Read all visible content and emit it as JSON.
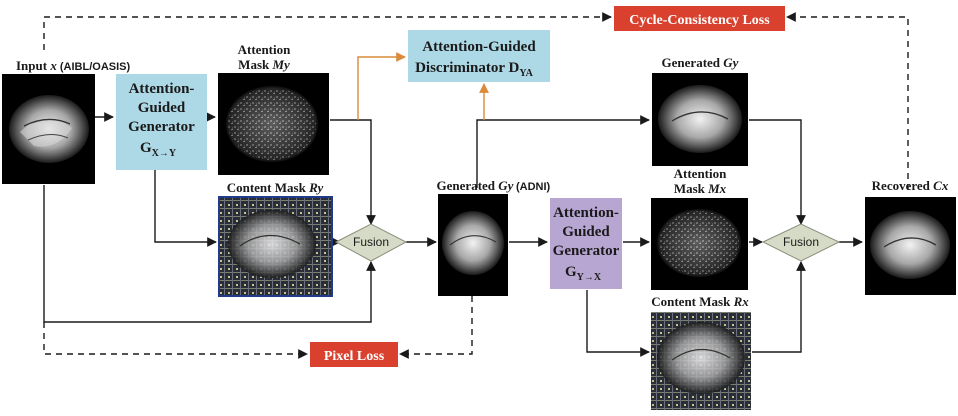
{
  "inputs": {
    "input_x": {
      "prefix": "Input ",
      "var": "x",
      "tag": " (AIBL/OASIS)"
    },
    "attention_my": {
      "line1": "Attention",
      "line2_prefix": "Mask ",
      "line2_var": "My"
    },
    "content_ry": {
      "prefix": "Content Mask ",
      "var": "Ry"
    },
    "generated_gy_mid": {
      "prefix": "Generated ",
      "var": "Gy"
    },
    "adni": "(ADNI)",
    "generated_gy_top": {
      "prefix": "Generated ",
      "var": "Gy"
    },
    "attention_mx": {
      "line1": "Attention",
      "line2_prefix": "Mask ",
      "line2_var": "Mx"
    },
    "content_rx": {
      "prefix": "Content Mask ",
      "var": "Rx"
    },
    "recovered_cx": {
      "prefix": "Recovered ",
      "var": "Cx"
    }
  },
  "generator_xy": {
    "line1": "Attention-",
    "line2": "Guided",
    "line3": "Generator",
    "symbol": "G",
    "subscript": "X→Y"
  },
  "generator_yx": {
    "line1": "Attention-",
    "line2": "Guided",
    "line3": "Generator",
    "symbol": "G",
    "subscript": "Y→X"
  },
  "discriminator": {
    "line1": "Attention-Guided",
    "line2": "Discriminator D",
    "subscript": "YA"
  },
  "fusion_left": "Fusion",
  "fusion_right": "Fusion",
  "losses": {
    "cycle": "Cycle-Consistency Loss",
    "pixel": "Pixel Loss"
  },
  "colors": {
    "generator_xy_fill": "#add8e6",
    "generator_yx_fill": "#b7a6d1",
    "discriminator_fill": "#add8e6",
    "loss_fill": "#d9412e",
    "fusion_fill": "#d5dbc6",
    "disc_arrow": "#d98a3a",
    "line": "#1a1a1a"
  }
}
